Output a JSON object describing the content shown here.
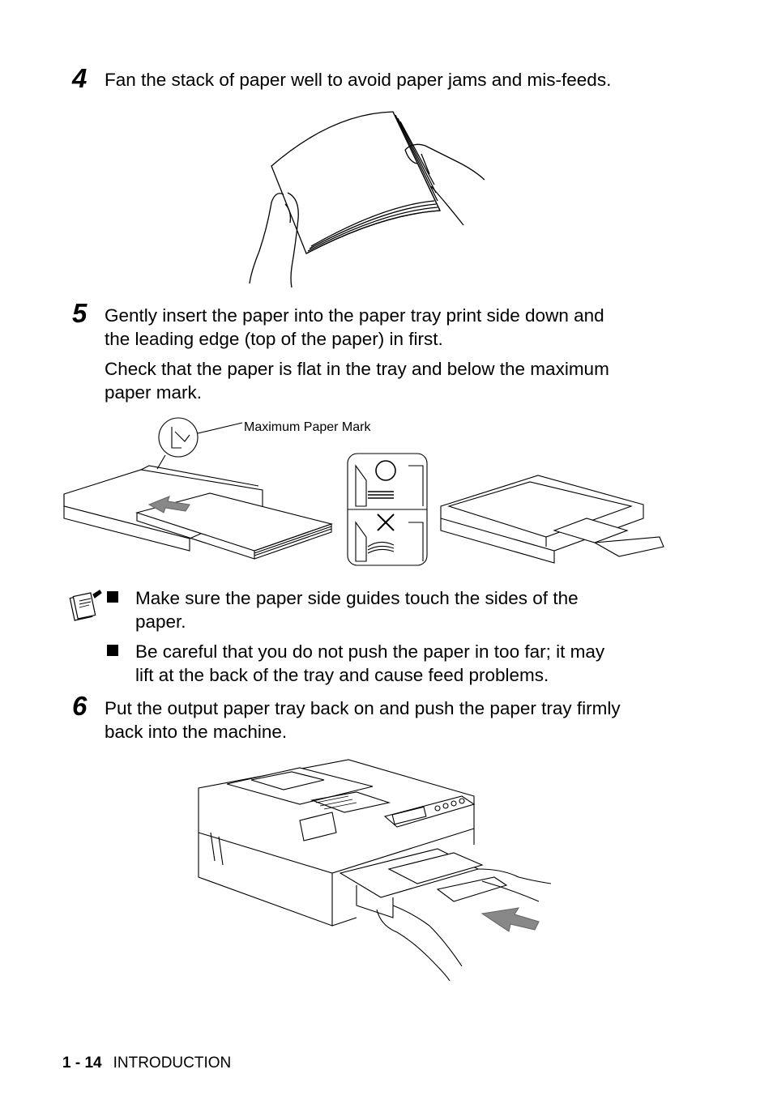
{
  "steps": [
    {
      "number": "4",
      "lines": [
        "Fan the stack of paper well to avoid paper jams and mis-feeds."
      ]
    },
    {
      "number": "5",
      "lines": [
        "Gently insert the paper into the paper tray print side down and",
        "the leading edge (top of the paper) in first."
      ],
      "check": [
        "Check that the paper is flat in the tray and below the maximum",
        "paper mark."
      ]
    },
    {
      "number": "6",
      "lines": [
        "Put the output paper tray back on and push the paper tray firmly",
        "back into the machine."
      ]
    }
  ],
  "figure2": {
    "caption": "Maximum Paper Mark"
  },
  "notes": [
    {
      "lines": [
        "Make sure the paper side guides touch the sides of the",
        "paper."
      ]
    },
    {
      "lines": [
        "Be careful that you do not push the paper in too far; it may",
        "lift at the back of the tray and cause feed problems."
      ]
    }
  ],
  "footer": {
    "page": "1 - 14",
    "section": "INTRODUCTION"
  },
  "icons": [
    "note-icon",
    "check-circle-icon",
    "cross-icon",
    "arrow-icon"
  ]
}
